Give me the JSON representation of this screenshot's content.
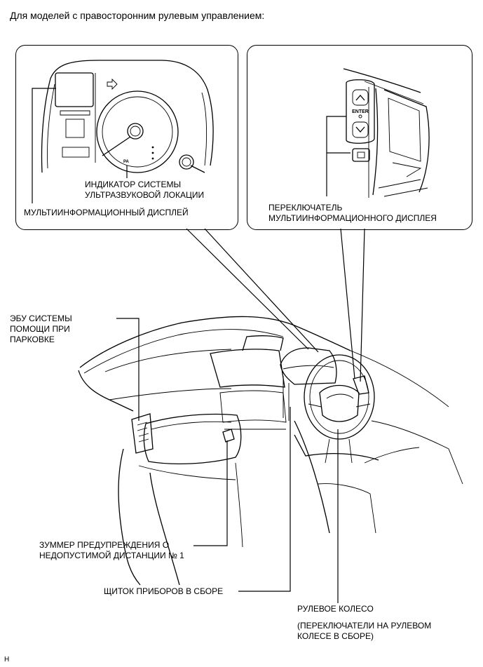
{
  "header": {
    "title": "Для моделей с правосторонним рулевым управлением:"
  },
  "callouts": {
    "ultrasonic_indicator": [
      "ИНДИКАТОР СИСТЕМЫ",
      "УЛЬТРАЗВУКОВОЙ ЛОКАЦИИ"
    ],
    "multi_display": "МУЛЬТИИНФОРМАЦИОННЫЙ ДИСПЛЕЙ",
    "display_switch": [
      "ПЕРЕКЛЮЧАТЕЛЬ",
      "МУЛЬТИИНФОРМАЦИОННОГО ДИСПЛЕЯ"
    ],
    "parking_ecu": [
      "ЭБУ СИСТЕМЫ",
      "ПОМОЩИ ПРИ",
      "ПАРКОВКЕ"
    ],
    "buzzer": [
      "ЗУММЕР ПРЕДУПРЕЖДЕНИЯ О",
      "НЕДОПУСТИМОЙ ДИСТАНЦИИ № 1"
    ],
    "instrument_cluster": "ЩИТОК ПРИБОРОВ В СБОРЕ",
    "steering_wheel": "РУЛЕВОЕ КОЛЕСО",
    "steering_switches": [
      "(ПЕРЕКЛЮЧАТЕЛИ НА РУЛЕВОМ",
      "КОЛЕСЕ В СБОРЕ)"
    ]
  },
  "artwork_text": {
    "enter_key": "ENTER",
    "pa_mark": "PA"
  },
  "footer": {
    "mark": "H"
  }
}
